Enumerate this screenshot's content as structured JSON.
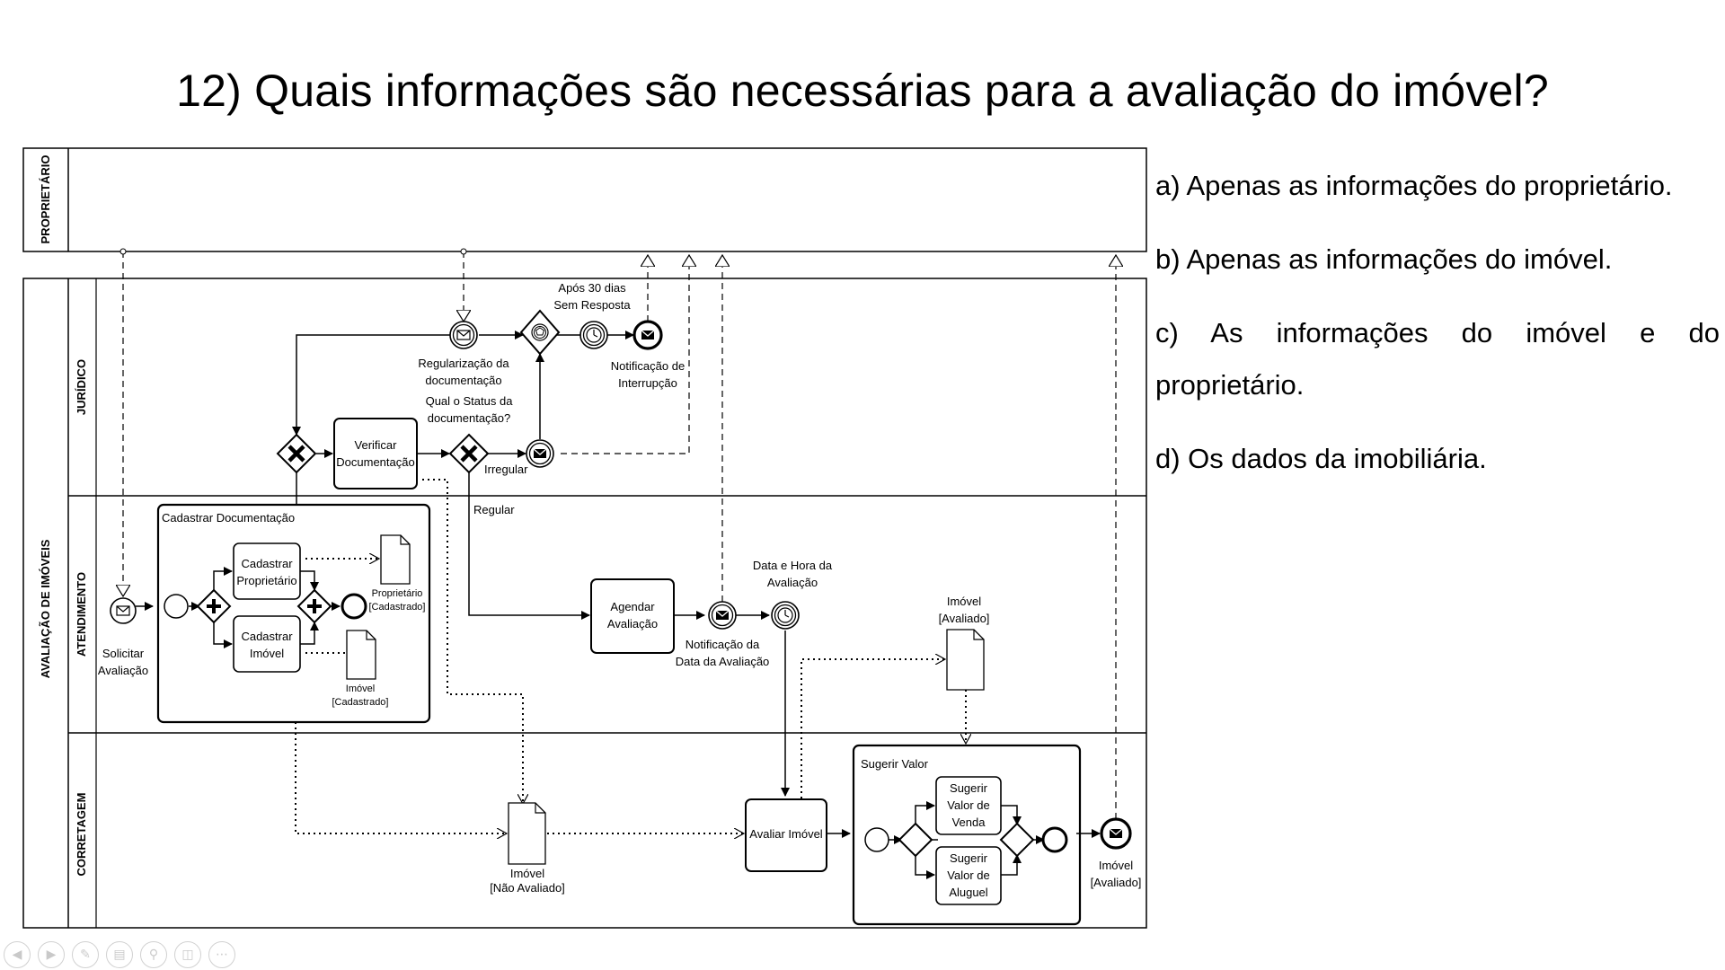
{
  "slide": {
    "title": "12) Quais informações são necessárias para a avaliação do imóvel?"
  },
  "options": [
    "a) Apenas as informações do proprietário.",
    "b) Apenas as informações do imóvel.",
    "c) As informações do imóvel e do proprietário.",
    "d) Os dados da imobiliária."
  ],
  "diagram": {
    "pools": {
      "owner": "PROPRIETÁRIO",
      "main": "AVALIAÇÃO DE IMÓVEIS"
    },
    "lanes": {
      "legal": "JURÍDICO",
      "service": "ATENDIMENTO",
      "brokerage": "CORRETAGEM"
    },
    "tasks": {
      "verify_l1": "Verificar",
      "verify_l2": "Documentação",
      "schedule_l1": "Agendar",
      "schedule_l2": "Avaliação",
      "evaluate": "Avaliar Imóvel",
      "reg_owner_l1": "Cadastrar",
      "reg_owner_l2": "Proprietário",
      "reg_prop_l1": "Cadastrar",
      "reg_prop_l2": "Imóvel",
      "sell_l1": "Sugerir",
      "sell_l2": "Valor de",
      "sell_l3": "Venda",
      "rent_l1": "Sugerir",
      "rent_l2": "Valor de",
      "rent_l3": "Aluguel"
    },
    "subprocesses": {
      "register_docs": "Cadastrar Documentação",
      "suggest_value": "Sugerir Valor"
    },
    "events": {
      "request_l1": "Solicitar",
      "request_l2": "Avaliação",
      "regularization_l1": "Regularização da",
      "regularization_l2": "documentação",
      "interruption_l1": "Notificação de",
      "interruption_l2": "Interrupção",
      "timer30_l1": "Após 30 dias",
      "timer30_l2": "Sem Resposta",
      "datenote_l1": "Notificação da",
      "datenote_l2": "Data da Avaliação",
      "datetime_l1": "Data e Hora da",
      "datetime_l2": "Avaliação",
      "end_l1": "Imóvel",
      "end_l2": "[Avaliado]"
    },
    "gateways": {
      "status_l1": "Qual o Status da",
      "status_l2": "documentação?",
      "irregular": "Irregular",
      "regular": "Regular"
    },
    "artifacts": {
      "owner_doc_l1": "Proprietário",
      "owner_doc_l2": "[Cadastrado]",
      "prop_doc_l1": "Imóvel",
      "prop_doc_l2": "[Cadastrado]",
      "not_eval_l1": "Imóvel",
      "not_eval_l2": "[Não Avaliado]",
      "eval_l1": "Imóvel",
      "eval_l2": "[Avaliado]"
    }
  },
  "player_controls": [
    "prev-icon",
    "next-icon",
    "pen-icon",
    "slides-icon",
    "zoom-icon",
    "subtitles-icon",
    "more-icon"
  ]
}
